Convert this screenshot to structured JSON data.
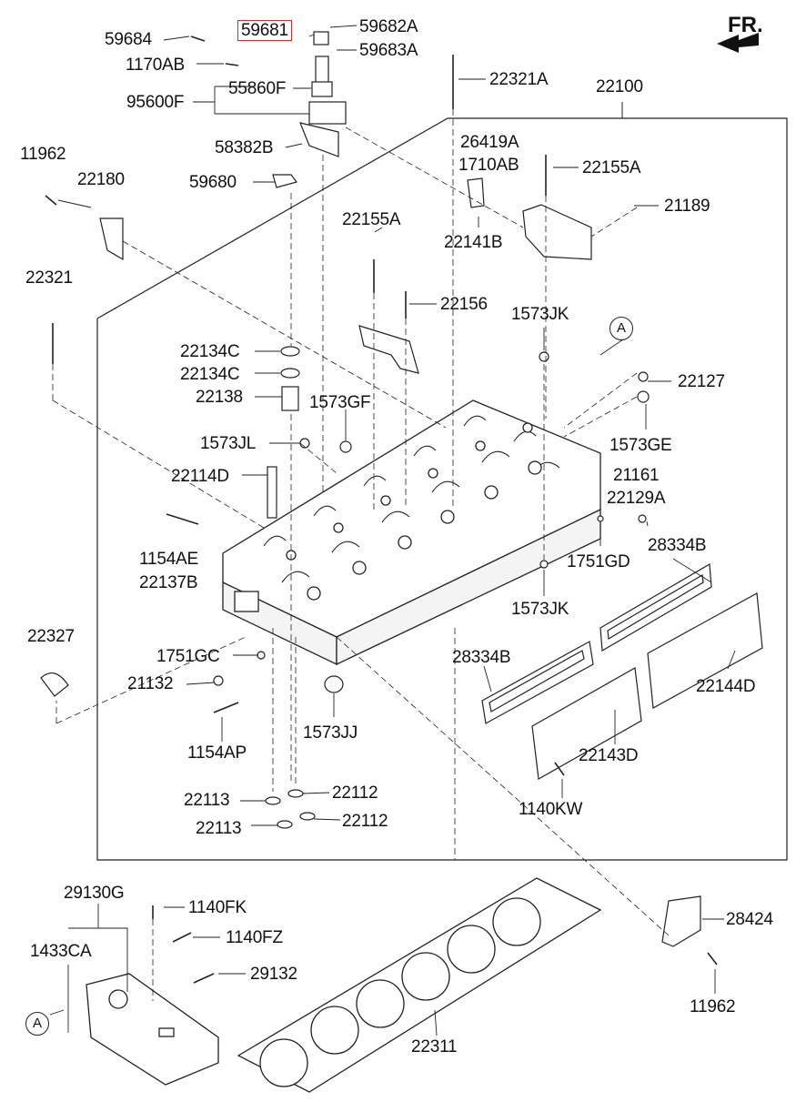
{
  "orientation_label": "FR.",
  "callout_marker": "A",
  "highlighted_part": "59681",
  "colors": {
    "highlight": "#d62b2b",
    "line": "#222222"
  },
  "parts": {
    "p59684": "59684",
    "p59681": "59681",
    "p59682A": "59682A",
    "p59683A": "59683A",
    "p1170AB": "1170AB",
    "p55860F": "55860F",
    "p95600F": "95600F",
    "p58382B": "58382B",
    "p22321A": "22321A",
    "p22100": "22100",
    "p11962a": "11962",
    "p22180": "22180",
    "p59680": "59680",
    "p26419A": "26419A",
    "p1710AB": "1710AB",
    "p22155Aa": "22155A",
    "p22141B": "22141B",
    "p21189": "21189",
    "p22155Ab": "22155A",
    "p22321": "22321",
    "p22156": "22156",
    "p1573JKa": "1573JK",
    "p22134Ca": "22134C",
    "p22134Cb": "22134C",
    "p22127": "22127",
    "p22138": "22138",
    "p1573GF": "1573GF",
    "p1573GE": "1573GE",
    "p1573JL": "1573JL",
    "p22114D": "22114D",
    "p21161": "21161",
    "p22129A": "22129A",
    "p28334Ba": "28334B",
    "p1154AE": "1154AE",
    "p22137B": "22137B",
    "p1751GD": "1751GD",
    "p1573JKb": "1573JK",
    "p22327": "22327",
    "p28334Bb": "28334B",
    "p1751GC": "1751GC",
    "p22144D": "22144D",
    "p21132": "21132",
    "p1573JJ": "1573JJ",
    "p1154AP": "1154AP",
    "p22143D": "22143D",
    "p22113a": "22113",
    "p22112a": "22112",
    "p1140KW": "1140KW",
    "p22113b": "22113",
    "p22112b": "22112",
    "p29130G": "29130G",
    "p1140FK": "1140FK",
    "p28424": "28424",
    "p1433CA": "1433CA",
    "p1140FZ": "1140FZ",
    "p29132": "29132",
    "p11962b": "11962",
    "p22311": "22311"
  }
}
